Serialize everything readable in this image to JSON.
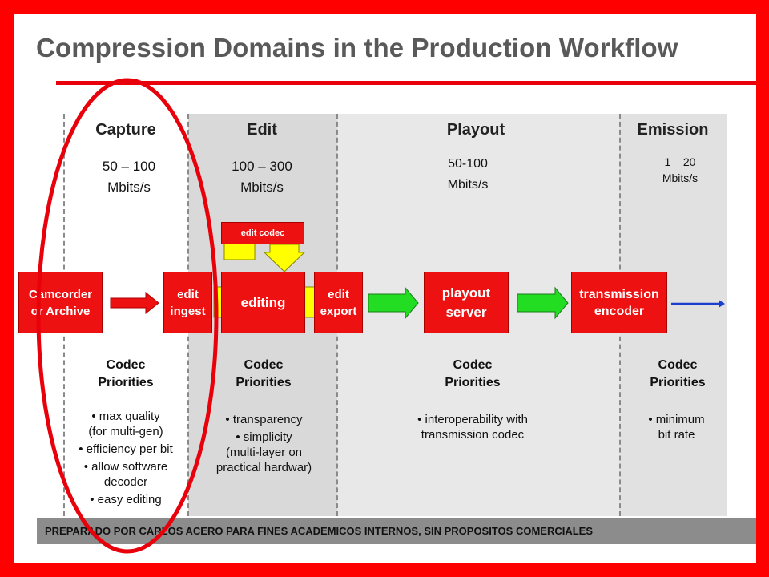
{
  "title": "Compression Domains in the Production Workflow",
  "colors": {
    "accent_red": "#ee1111",
    "arrow_red": "#ee1111",
    "arrow_green": "#22dd22",
    "arrow_yellow": "#ffff00",
    "arrow_blue": "#1a3fcc"
  },
  "columns": [
    {
      "header": "Capture",
      "rate_line1": "50 – 100",
      "rate_line2": "Mbits/s",
      "priorities_heading": [
        "Codec",
        "Priorities"
      ],
      "bullets": [
        [
          "• max quality",
          "(for multi-gen)"
        ],
        [
          "• efficiency per bit"
        ],
        [
          "• allow software",
          "decoder"
        ],
        [
          "• easy editing"
        ]
      ]
    },
    {
      "header": "Edit",
      "rate_line1": "100 – 300",
      "rate_line2": "Mbits/s",
      "priorities_heading": [
        "Codec",
        "Priorities"
      ],
      "bullets": [
        [
          "• transparency"
        ],
        [
          "• simplicity",
          "(multi-layer on",
          "practical hardwar)"
        ]
      ]
    },
    {
      "header": "Playout",
      "rate_line1": "50-100",
      "rate_line2": "Mbits/s",
      "priorities_heading": [
        "Codec",
        "Priorities"
      ],
      "bullets": [
        [
          "• interoperability with",
          "transmission codec"
        ]
      ]
    },
    {
      "header": "Emission",
      "rate_line1": "1 – 20",
      "rate_line2": "Mbits/s",
      "priorities_heading": [
        "Codec",
        "Priorities"
      ],
      "bullets": [
        [
          "• minimum",
          "bit rate"
        ]
      ]
    }
  ],
  "boxes": {
    "camcorder": [
      "Camcorder",
      "or Archive"
    ],
    "edit_ingest": [
      "edit",
      "ingest"
    ],
    "editing": "editing",
    "edit_export": [
      "edit",
      "export"
    ],
    "playout_server": [
      "playout",
      "server"
    ],
    "transmission_encoder": [
      "transmission",
      "encoder"
    ],
    "edit_codec": "edit codec"
  },
  "footer": "PREPARADO POR CARLOS ACERO PARA FINES ACADEMICOS INTERNOS, SIN PROPOSITOS COMERCIALES"
}
